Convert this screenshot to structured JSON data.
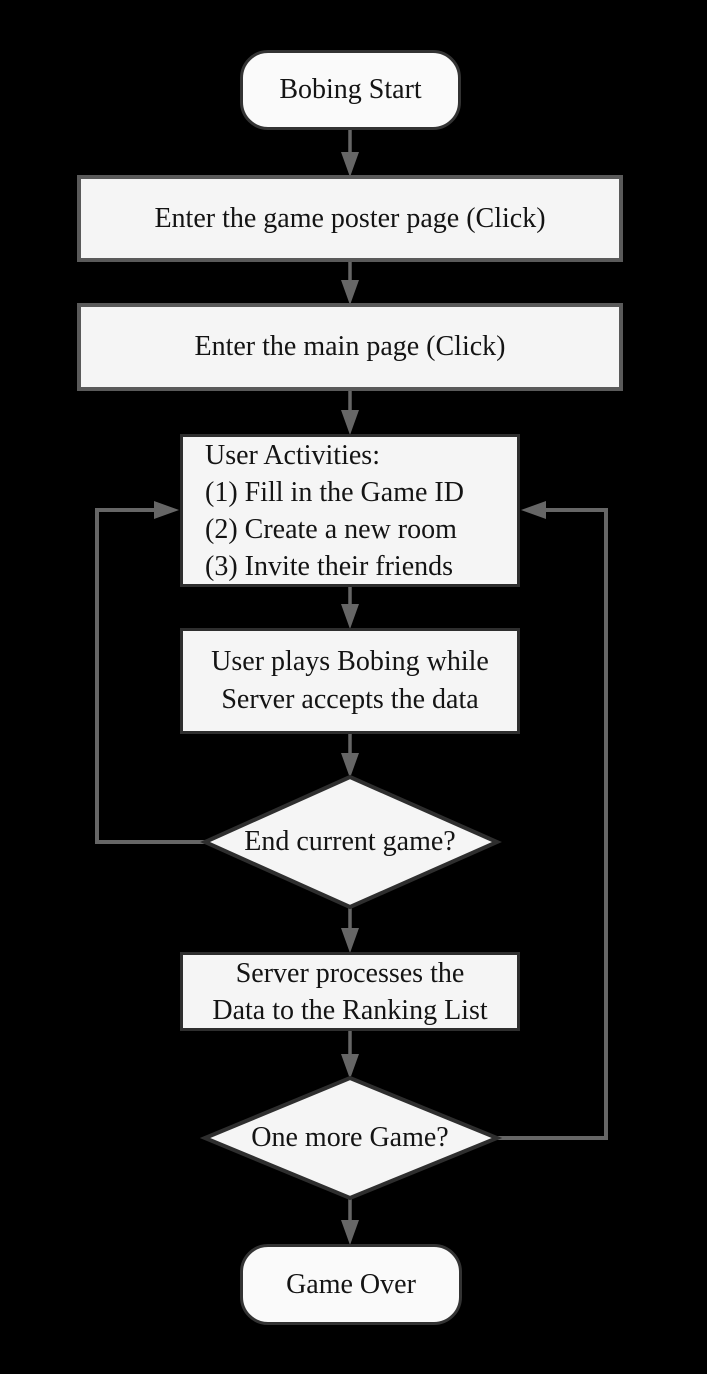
{
  "diagram": {
    "kind": "flowchart",
    "subject": "Bobing game flow"
  },
  "theme": {
    "background": "#000000",
    "node_fill": "#f5f5f5",
    "terminator_fill": "#fafafa",
    "border_wide": "#5a5a5a",
    "border_narrow": "#2e2e2e",
    "border_terminator": "#333333",
    "arrow": "#666666",
    "text": "#141414"
  },
  "nodes": {
    "start": {
      "type": "terminator",
      "label": "Bobing Start"
    },
    "poster_page": {
      "type": "process",
      "label": "Enter the game poster page (Click)"
    },
    "main_page": {
      "type": "process",
      "label": "Enter the main page (Click)"
    },
    "user_activities": {
      "type": "process",
      "lines": [
        "User Activities:",
        "(1) Fill in the Game ID",
        "(2) Create a new room",
        "(3) Invite their friends"
      ]
    },
    "play": {
      "type": "process",
      "lines": [
        "User plays Bobing while",
        "Server accepts the data"
      ]
    },
    "end_current_game": {
      "type": "decision",
      "label": "End current game?"
    },
    "ranking": {
      "type": "process",
      "lines": [
        "Server processes the",
        "Data to the Ranking List"
      ]
    },
    "one_more_game": {
      "type": "decision",
      "label": "One more Game?"
    },
    "game_over": {
      "type": "terminator",
      "label": "Game Over"
    }
  },
  "edges": [
    {
      "from": "start",
      "to": "poster_page"
    },
    {
      "from": "poster_page",
      "to": "main_page"
    },
    {
      "from": "main_page",
      "to": "user_activities"
    },
    {
      "from": "user_activities",
      "to": "play"
    },
    {
      "from": "play",
      "to": "end_current_game"
    },
    {
      "from": "end_current_game",
      "to": "ranking"
    },
    {
      "from": "ranking",
      "to": "one_more_game"
    },
    {
      "from": "one_more_game",
      "to": "game_over"
    },
    {
      "from": "end_current_game",
      "to": "user_activities",
      "route": "left-loop"
    },
    {
      "from": "one_more_game",
      "to": "user_activities",
      "route": "right-loop"
    }
  ]
}
